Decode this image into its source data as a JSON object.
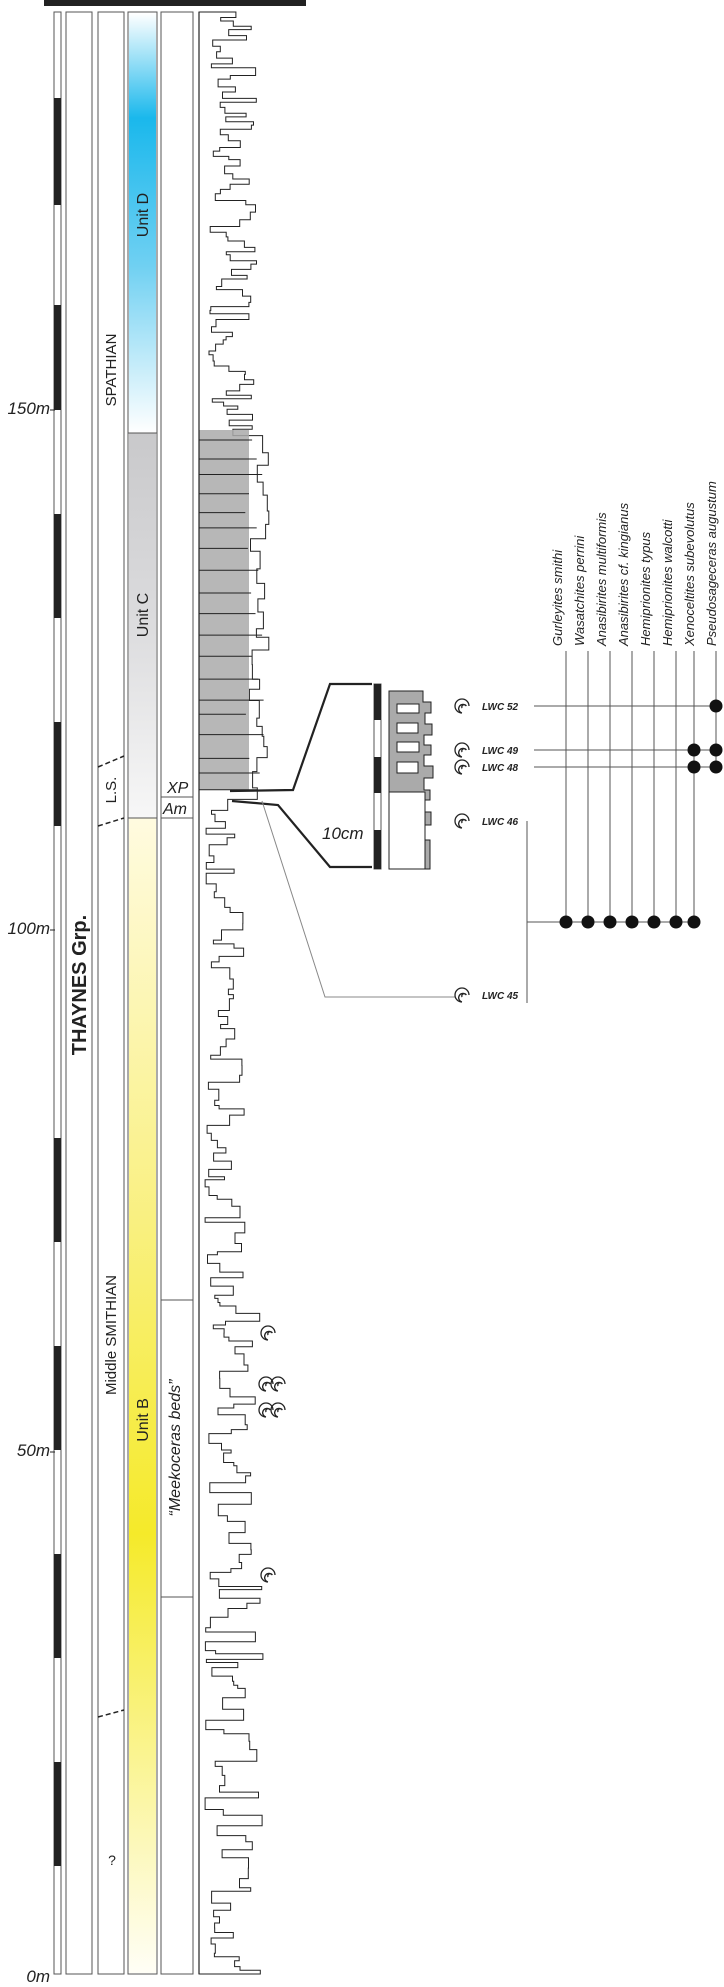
{
  "axis": {
    "ticks": [
      {
        "label": "0m",
        "value": 0
      },
      {
        "label": "50m",
        "value": 50
      },
      {
        "label": "100m",
        "value": 100
      },
      {
        "label": "150m",
        "value": 150
      }
    ]
  },
  "columns": {
    "group": "THAYNES Grp.",
    "spathian": "SPATHIAN",
    "middle_smithian": "Middle SMITHIAN",
    "ls": "L.S.",
    "question_mark": "?",
    "unit_d": "Unit D",
    "unit_c": "Unit C",
    "unit_b": "Unit B",
    "meekoceras_beds": "“Meekoceras beds”",
    "xp": "XP",
    "am": "Am"
  },
  "inset": {
    "scale_label": "10cm"
  },
  "taxa": [
    "Gurleyites smithi",
    "Wasatchites perrini",
    "Anasibirites multiformis",
    "Anasibirites cf. kingianus",
    "Hemiprionites typus",
    "Hemiprionites walcotti",
    "Xenoceltites subevolutus",
    "Pseudosageceras augustum"
  ],
  "samples": [
    {
      "label": "LWC 52",
      "occurrences": [
        7
      ]
    },
    {
      "label": "LWC 49",
      "occurrences": [
        6,
        7
      ]
    },
    {
      "label": "LWC 48",
      "occurrences": [
        6,
        7
      ]
    },
    {
      "label": "LWC 46",
      "occurrences": [
        0,
        1,
        2,
        3,
        4,
        5,
        6
      ]
    },
    {
      "label": "LWC 45",
      "occurrences": [
        0,
        1,
        2,
        3,
        4,
        5,
        6
      ]
    }
  ],
  "colors": {
    "unit_d": "#1ab8ec",
    "unit_b": "#f5ea2a",
    "unit_c": "#d0d0d2",
    "section_fill": "#aaaaaa",
    "ink": "#222222"
  }
}
